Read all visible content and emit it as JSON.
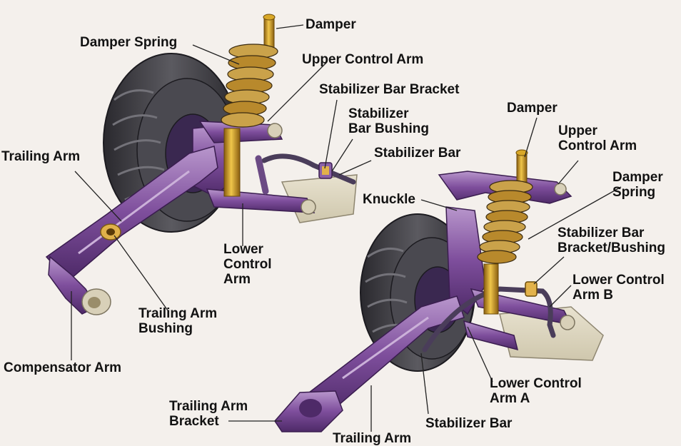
{
  "colors": {
    "background": "#f4f0ec",
    "arm_purple": "#7e4e9c",
    "arm_dark": "#4e2a68",
    "arm_light": "#b896cc",
    "tire": "#3b3a40",
    "spring_gold": "#c8921e",
    "damper_gold": "#d9a828",
    "line": "#222222"
  },
  "rear_assembly": {
    "labels": {
      "damper": "Damper",
      "damper_spring": "Damper Spring",
      "upper_control_arm": "Upper Control Arm",
      "stabilizer_bar_bracket": "Stabilizer Bar Bracket",
      "stabilizer_bar_bushing_1": "Stabilizer",
      "stabilizer_bar_bushing_2": "Bar Bushing",
      "stabilizer_bar": "Stabilizer Bar",
      "trailing_arm": "Trailing Arm",
      "lower_control_arm_1": "Lower",
      "lower_control_arm_2": "Control",
      "lower_control_arm_3": "Arm",
      "trailing_arm_bushing_1": "Trailing Arm",
      "trailing_arm_bushing_2": "Bushing",
      "compensator_arm": "Compensator Arm"
    }
  },
  "front_assembly": {
    "labels": {
      "damper": "Damper",
      "upper_control_arm_1": "Upper",
      "upper_control_arm_2": "Control Arm",
      "damper_spring_1": "Damper",
      "damper_spring_2": "Spring",
      "knuckle": "Knuckle",
      "stabilizer_bar_bracket_bushing_1": "Stabilizer Bar",
      "stabilizer_bar_bracket_bushing_2": "Bracket/Bushing",
      "lower_control_arm_b_1": "Lower Control",
      "lower_control_arm_b_2": "Arm B",
      "lower_control_arm_a_1": "Lower Control",
      "lower_control_arm_a_2": "Arm A",
      "trailing_arm_bracket_1": "Trailing Arm",
      "trailing_arm_bracket_2": "Bracket",
      "stabilizer_bar": "Stabilizer Bar",
      "trailing_arm": "Trailing Arm"
    }
  }
}
